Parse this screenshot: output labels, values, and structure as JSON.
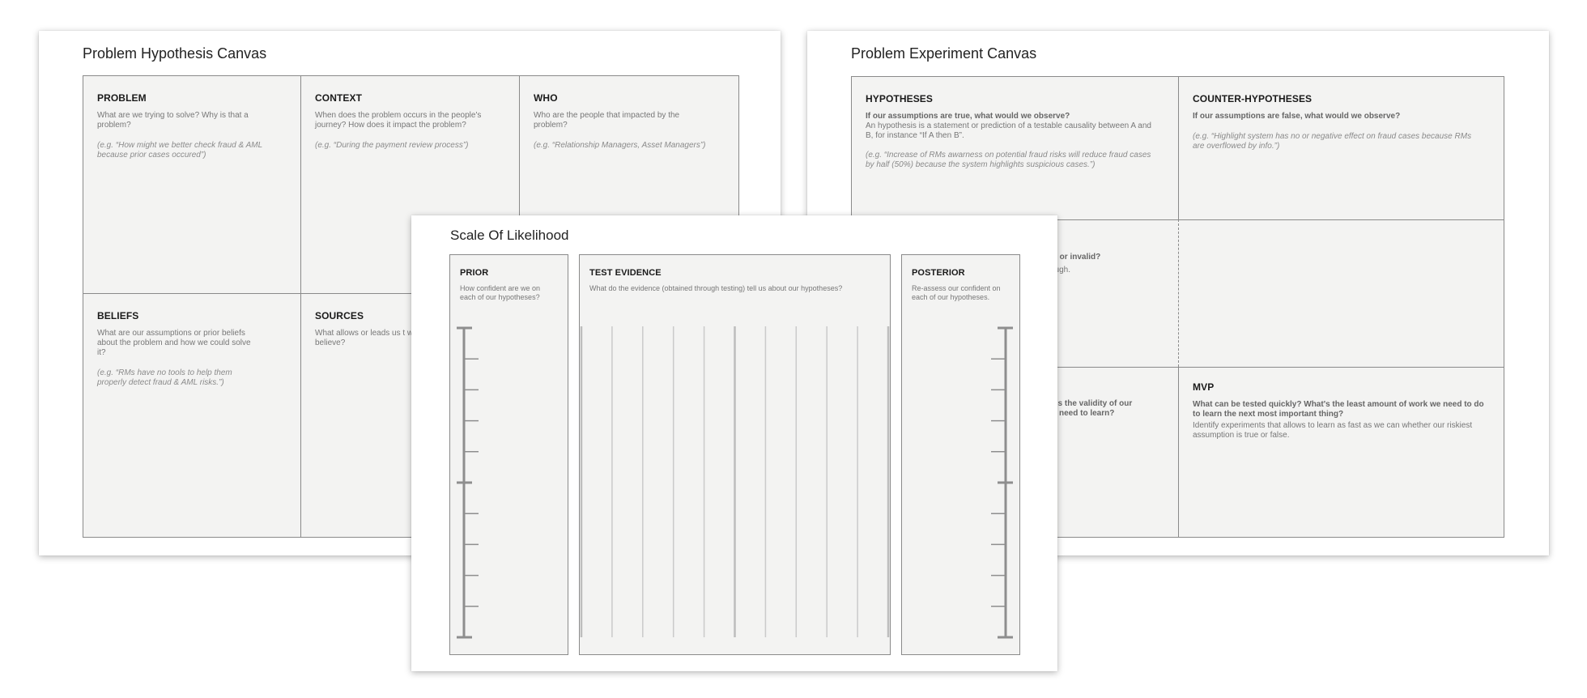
{
  "hypothesis_canvas": {
    "title": "Problem Hypothesis Canvas",
    "problem": {
      "title": "PROBLEM",
      "question": "What are we trying to solve? Why is that a problem?",
      "example": "(e.g. “How might we better check fraud & AML because prior cases occured”)"
    },
    "context": {
      "title": "CONTEXT",
      "question": "When does the problem occurs in the people's journey? How does it impact the problem?",
      "example": "(e.g. “During the payment review process”)"
    },
    "who": {
      "title": "WHO",
      "question": "Who are the people that impacted by the problem?",
      "example": "(e.g. “Relationship Managers, Asset Managers”)"
    },
    "beliefs": {
      "title": "BELIEFS",
      "question": "What are our assumptions or prior beliefs about the problem and how we could solve it?",
      "example": "(e.g. “RMs have no tools to help them properly detect fraud & AML risks.”)"
    },
    "sources": {
      "title": "SOURCES",
      "question": "What allows or leads us t we believe?"
    }
  },
  "experiment_canvas": {
    "title": "Problem Experiment Canvas",
    "hypotheses": {
      "title": "HYPOTHESES",
      "question": "If our assumptions are true, what would we observe?",
      "description": "An hypothesis is a statement or prediction of a testable causality between A and B, for instance “If A then B”.",
      "example": "(e.g. “Increase of RMs awarness on potential fraud risks will reduce fraud cases by half (50%) because the system highlights suspicious cases.”)"
    },
    "counter_hypotheses": {
      "title": "COUNTER-HYPOTHESES",
      "question": "If our assumptions are false, what would we observe?",
      "example": "(e.g. “Highlight system has no or negative effect on fraud cases because RMs are overflowed by info.”)"
    },
    "validity_partial": {
      "question": "id or invalid?",
      "description": "ough."
    },
    "learn_partial": {
      "question_line1": "ss the validity of our",
      "question_line2": "need to learn?"
    },
    "mvp": {
      "title": "MVP",
      "question": "What can be tested quickly? What's the least amount of work we need to do to learn the next most important thing?",
      "description": "Identify experiments that allows to learn as fast as we can whether our riskiest assumption is true or false."
    }
  },
  "likelihood_scale": {
    "title": "Scale Of Likelihood",
    "prior": {
      "title": "PRIOR",
      "question": "How confident are we on each of our hypotheses?"
    },
    "test_evidence": {
      "title": "TEST EVIDENCE",
      "question": "What do the evidence (obtained through testing) tell us about our hypotheses?",
      "column_count": 11
    },
    "posterior": {
      "title": "POSTERIOR",
      "question": "Re-assess our confident on each of our hypotheses."
    },
    "scale_ticks": 11
  }
}
